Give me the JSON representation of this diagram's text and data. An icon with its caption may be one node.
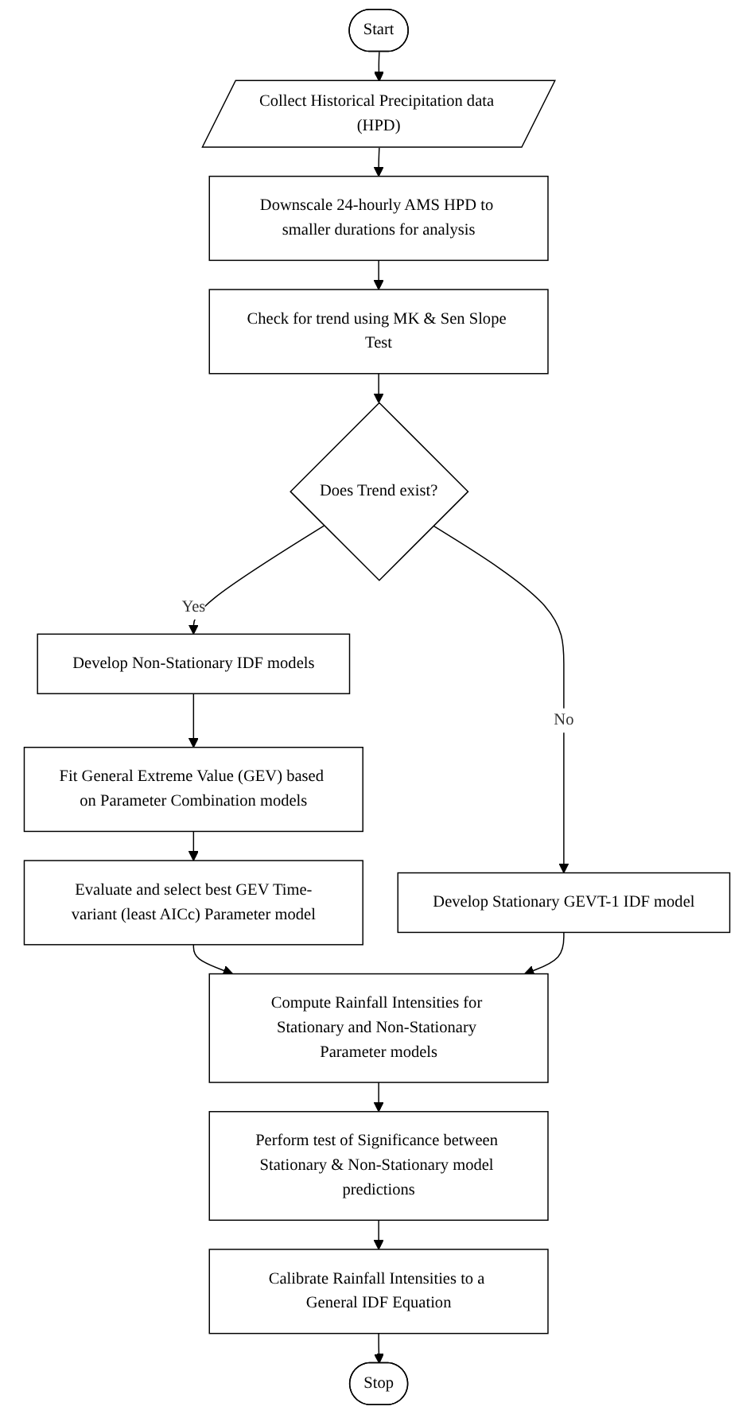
{
  "diagram": {
    "nodes": [
      {
        "text": [
          "Start"
        ]
      },
      {
        "text": [
          "Collect Historical Precipitation data (HPD)"
        ]
      },
      {
        "text": [
          "Downscale 24-hourly AMS HPD to smaller durations for analysis"
        ]
      },
      {
        "text": [
          "Check for trend using MK & Sen Slope Test"
        ]
      },
      {
        "text": [
          "Does Trend exist?"
        ]
      },
      {
        "text": [
          "Develop Non-Stationary IDF models"
        ]
      },
      {
        "text": [
          "Develop Stationary GEVT-1 IDF model"
        ]
      },
      {
        "text": [
          "Fit General Extreme Value (GEV) based on Parameter Combination models"
        ]
      },
      {
        "text": [
          "Evaluate and select best GEV Time-variant (least AICc) Parameter model"
        ]
      },
      {
        "text": [
          "Compute Rainfall Intensities for Stationary and Non-Stationary Parameter models"
        ]
      },
      {
        "text": [
          "Perform test of Significance between Stationary & Non-Stationary model predictions"
        ]
      },
      {
        "text": [
          "Calibrate Rainfall Intensities to a General IDF Equation"
        ]
      },
      {
        "text": [
          "Stop"
        ]
      }
    ],
    "edges": [
      {
        "from": 0,
        "to": 1,
        "arrow": "to"
      },
      {
        "from": 1,
        "to": 2,
        "arrow": "to"
      },
      {
        "from": 2,
        "to": 3,
        "arrow": "to"
      },
      {
        "from": 3,
        "to": 4,
        "arrow": "to"
      },
      {
        "from": 4,
        "to": 5,
        "arrow": "to",
        "label": "Yes"
      },
      {
        "from": 4,
        "to": 6,
        "arrow": "to",
        "label": "No"
      },
      {
        "from": 5,
        "to": 7,
        "arrow": "to"
      },
      {
        "from": 7,
        "to": 8,
        "arrow": "to"
      },
      {
        "from": 8,
        "to": 9,
        "arrow": "to"
      },
      {
        "from": 6,
        "to": 9,
        "arrow": "to"
      },
      {
        "from": 9,
        "to": 10,
        "arrow": "to"
      },
      {
        "from": 10,
        "to": 11,
        "arrow": "to"
      },
      {
        "from": 11,
        "to": 12,
        "arrow": "to"
      }
    ]
  }
}
